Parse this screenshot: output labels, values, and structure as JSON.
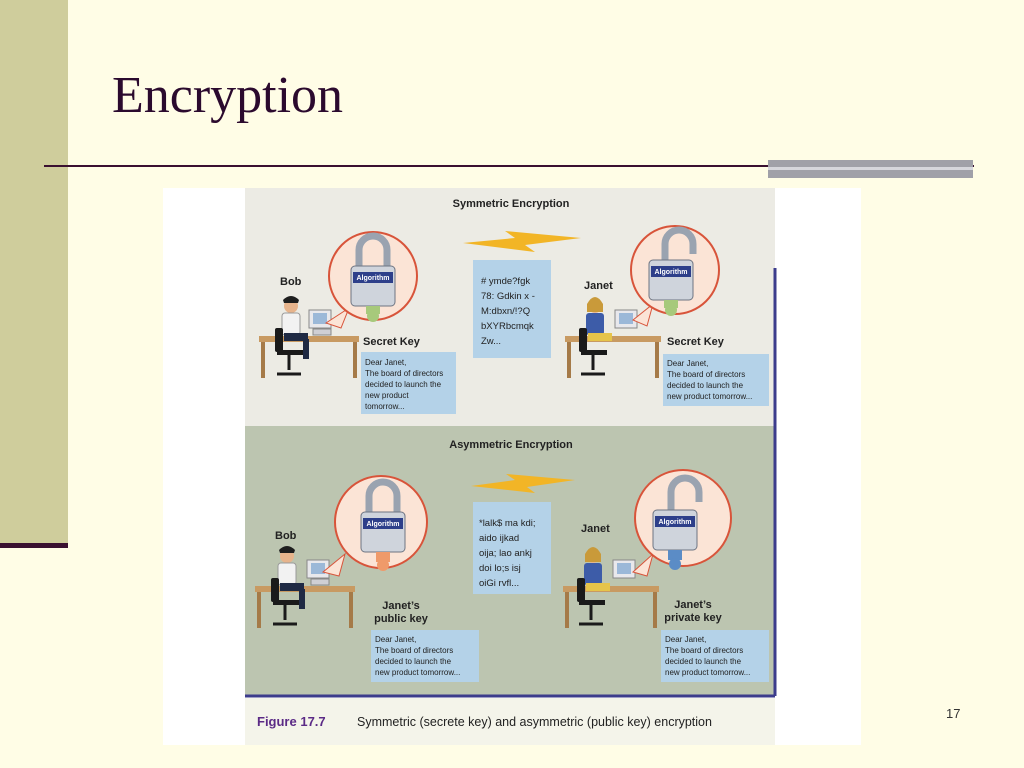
{
  "slide": {
    "title": "Encryption",
    "page_number": "17"
  },
  "diagram": {
    "symmetric": {
      "heading": "Symmetric Encryption",
      "sender": "Bob",
      "receiver": "Janet",
      "sender_key": "Secret Key",
      "receiver_key": "Secret Key",
      "lock_label": "Algorithm",
      "sender_message": [
        "Dear Janet,",
        "The board of directors",
        "decided to launch the",
        "new product",
        "tomorrow..."
      ],
      "cipher": [
        "# ymde?fgk",
        "78: Gdkin x -",
        "M:dbxn/!?Q",
        "bXYRbcmqk",
        "Zw..."
      ],
      "receiver_message": [
        "Dear Janet,",
        "The board of directors",
        "decided to launch the",
        "new product tomorrow..."
      ]
    },
    "asymmetric": {
      "heading": "Asymmetric Encryption",
      "sender": "Bob",
      "receiver": "Janet",
      "sender_key": [
        "Janet’s",
        "public key"
      ],
      "receiver_key": [
        "Janet’s",
        "private key"
      ],
      "lock_label": "Algorithm",
      "sender_message": [
        "Dear Janet,",
        "The board of directors",
        "decided to launch the",
        "new product tomorrow..."
      ],
      "cipher": [
        "*lalk$ ma kdi;",
        "aido ijkad",
        "oija; lao ankj",
        "doi lo;s  isj",
        "oiGi rvfl..."
      ],
      "receiver_message": [
        "Dear Janet,",
        "The board of directors",
        "decided to launch the",
        "new product tomorrow..."
      ]
    },
    "caption": {
      "label": "Figure 17.7",
      "text": "Symmetric (secrete key) and asymmetric (public key) encryption"
    }
  },
  "colors": {
    "slide_bg": "#fffde6",
    "left_band": "#cfcd9c",
    "accent_dark": "#3a1030",
    "symmetric_bg": "#ecebe4",
    "asymmetric_bg": "#bcc5b0",
    "message_box": "#b4d2e8",
    "circle_bg": "#fbe4d6",
    "circle_stroke": "#d8543a",
    "lightning": "#f2b526",
    "sym_key": "#a7c97b",
    "asym_public_key": "#ef9a6a",
    "asym_private_key": "#5b8cc6",
    "caption_label": "#5b2a86"
  }
}
